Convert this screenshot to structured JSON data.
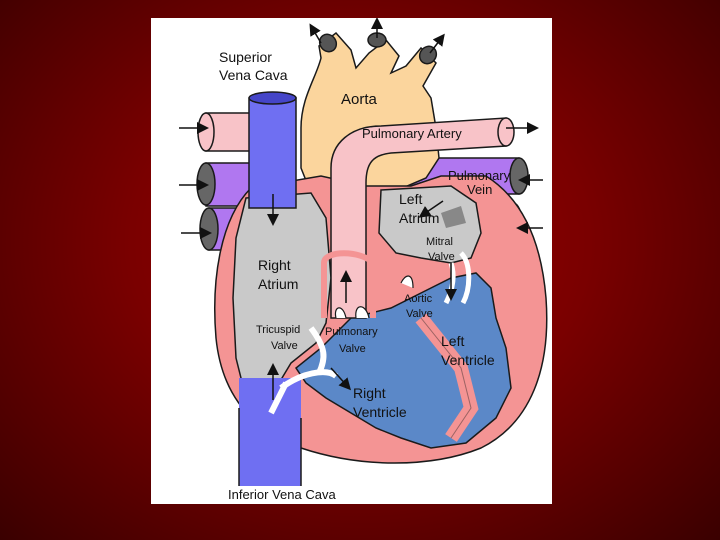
{
  "slide": {
    "background_color": "#8b0000",
    "panel_color": "#ffffff"
  },
  "colors": {
    "vena_cava": "#6f6ff2",
    "aorta": "#fbd59d",
    "pulmonary_artery": "#f8c3c8",
    "pulmonary_vein": "#b077f0",
    "atrium_fill": "#c9c9c9",
    "ventricle_fill": "#5b88c8",
    "heart_wall": "#f49494",
    "outline": "#1a1a1a"
  },
  "diagram": {
    "labels": {
      "superior_vena_cava_line1": "Superior",
      "superior_vena_cava_line2": "Vena Cava",
      "aorta": "Aorta",
      "pulmonary_artery": "Pulmonary Artery",
      "pulmonary_vein_line1": "Pulmonary",
      "pulmonary_vein_line2": "Vein",
      "left_atrium_line1": "Left",
      "left_atrium_line2": "Atrium",
      "mitral_valve_line1": "Mitral",
      "mitral_valve_line2": "Valve",
      "right_atrium_line1": "Right",
      "right_atrium_line2": "Atrium",
      "aortic_valve_line1": "Aortic",
      "aortic_valve_line2": "Valve",
      "tricuspid_valve_line1": "Tricuspid",
      "tricuspid_valve_line2": "Valve",
      "pulmonary_valve_line1": "Pulmonary",
      "pulmonary_valve_line2": "Valve",
      "left_ventricle_line1": "Left",
      "left_ventricle_line2": "Ventricle",
      "right_ventricle_line1": "Right",
      "right_ventricle_line2": "Ventricle",
      "inferior_vena_cava": "Inferior Vena Cava"
    }
  }
}
